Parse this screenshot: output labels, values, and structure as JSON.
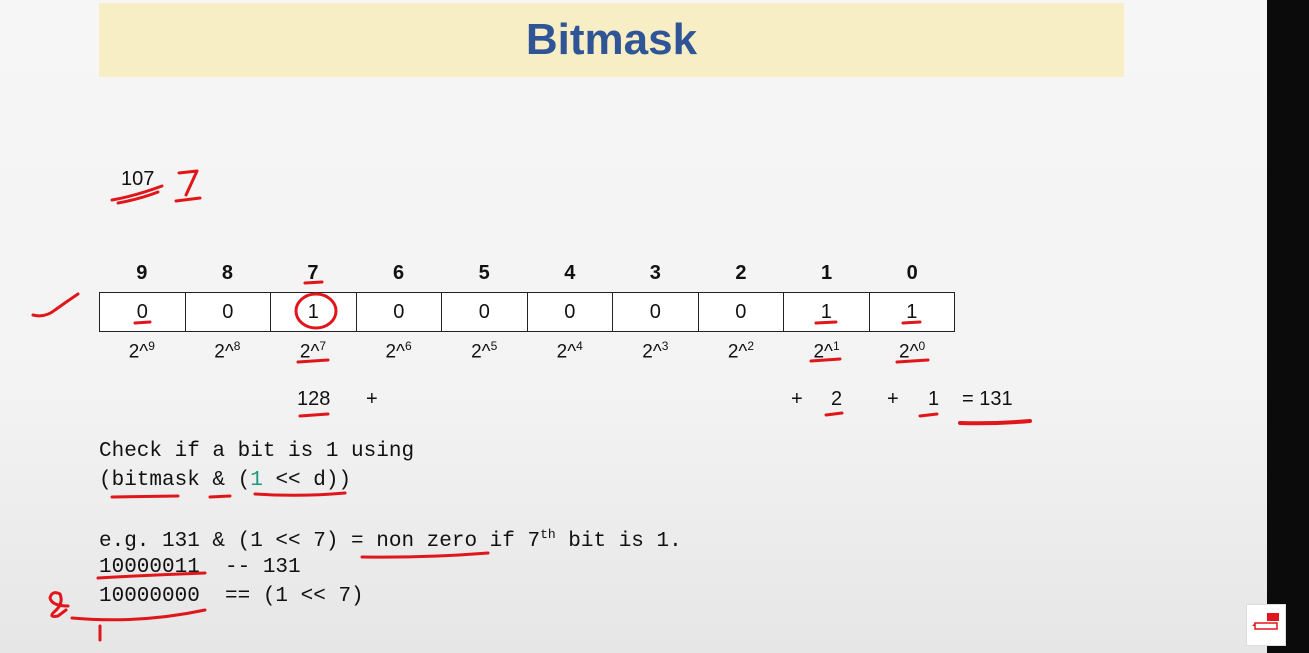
{
  "title": "Bitmask",
  "example_number": "107",
  "bit_indices": [
    "9",
    "8",
    "7",
    "6",
    "5",
    "4",
    "3",
    "2",
    "1",
    "0"
  ],
  "bit_values": [
    "0",
    "0",
    "1",
    "0",
    "0",
    "0",
    "0",
    "0",
    "1",
    "1"
  ],
  "powers": [
    {
      "base": "2^",
      "exp": "9"
    },
    {
      "base": "2^",
      "exp": "8"
    },
    {
      "base": "2^",
      "exp": "7"
    },
    {
      "base": "2^",
      "exp": "6"
    },
    {
      "base": "2^",
      "exp": "5"
    },
    {
      "base": "2^",
      "exp": "4"
    },
    {
      "base": "2^",
      "exp": "3"
    },
    {
      "base": "2^",
      "exp": "2"
    },
    {
      "base": "2^",
      "exp": "1"
    },
    {
      "base": "2^",
      "exp": "0"
    }
  ],
  "sum": {
    "term_128": "128",
    "plus_a": "+",
    "plus_b": "+",
    "term_2": "2",
    "plus_c": "+",
    "term_1": "1",
    "result": "= 131"
  },
  "check": {
    "line1": "Check if a bit is 1 using",
    "line2_pre": "(bitmask & (",
    "line2_one": "1",
    "line2_post": " << d))"
  },
  "example": {
    "line1_pre": "e.g. 131 & (1 << 7) = non zero if 7",
    "line1_sup": "th",
    "line1_post": " bit is 1.",
    "line2": "10000011  -- 131",
    "line3": "10000000  == (1 << 7)"
  },
  "colors": {
    "title": "#2f5597",
    "title_band": "#f7eec5",
    "ink": "#e0161b",
    "teal": "#1a9a7a"
  }
}
